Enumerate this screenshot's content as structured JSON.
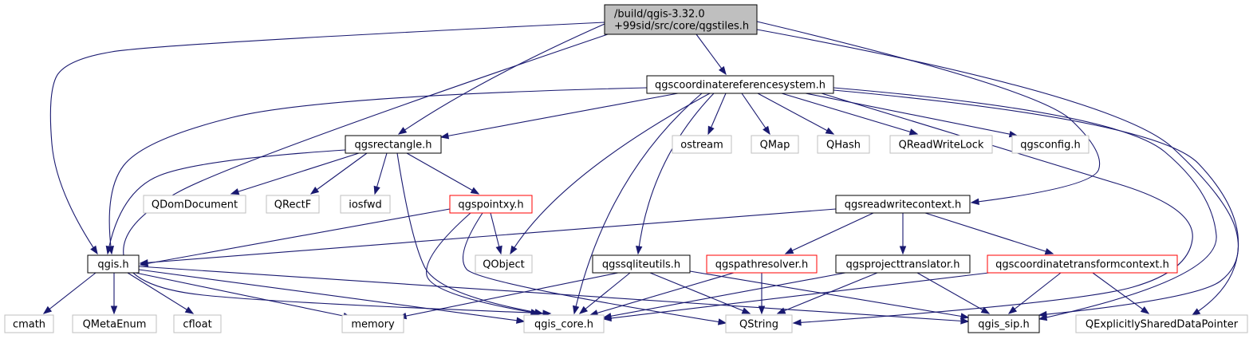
{
  "colors": {
    "edge": "#191970",
    "main_fill": "#bfbfbf",
    "normal_border": "#000000",
    "missing_border": "#ff0000",
    "external_border": "#bfbfbf"
  },
  "nodes": {
    "qgstiles": {
      "lines": [
        "/build/qgis-3.32.0",
        "+99sid/src/core/qgstiles.h"
      ],
      "kind": "main"
    },
    "qgscoordinatereferencesystem": {
      "lines": [
        "qgscoordinatereferencesystem.h"
      ],
      "kind": "normal"
    },
    "qgsrectangle": {
      "lines": [
        "qgsrectangle.h"
      ],
      "kind": "normal"
    },
    "ostream": {
      "lines": [
        "ostream"
      ],
      "kind": "external"
    },
    "qmap": {
      "lines": [
        "QMap"
      ],
      "kind": "external"
    },
    "qhash": {
      "lines": [
        "QHash"
      ],
      "kind": "external"
    },
    "qreadwritelock": {
      "lines": [
        "QReadWriteLock"
      ],
      "kind": "external"
    },
    "qgsconfig": {
      "lines": [
        "qgsconfig.h"
      ],
      "kind": "external"
    },
    "qdomdocument": {
      "lines": [
        "QDomDocument"
      ],
      "kind": "external"
    },
    "qrectf": {
      "lines": [
        "QRectF"
      ],
      "kind": "external"
    },
    "iosfwd": {
      "lines": [
        "iosfwd"
      ],
      "kind": "external"
    },
    "qgspointxy": {
      "lines": [
        "qgspointxy.h"
      ],
      "kind": "red"
    },
    "qgsreadwritecontext": {
      "lines": [
        "qgsreadwritecontext.h"
      ],
      "kind": "normal"
    },
    "qgis": {
      "lines": [
        "qgis.h"
      ],
      "kind": "normal"
    },
    "qobject": {
      "lines": [
        "QObject"
      ],
      "kind": "external"
    },
    "qgssqliteutils": {
      "lines": [
        "qgssqliteutils.h"
      ],
      "kind": "normal"
    },
    "qgspathresolver": {
      "lines": [
        "qgspathresolver.h"
      ],
      "kind": "red"
    },
    "qgsprojecttranslator": {
      "lines": [
        "qgsprojecttranslator.h"
      ],
      "kind": "normal"
    },
    "qgscoordinatetransformcontext": {
      "lines": [
        "qgscoordinatetransformcontext.h"
      ],
      "kind": "red"
    },
    "cmath": {
      "lines": [
        "cmath"
      ],
      "kind": "external"
    },
    "qmetaenum": {
      "lines": [
        "QMetaEnum"
      ],
      "kind": "external"
    },
    "cfloat": {
      "lines": [
        "cfloat"
      ],
      "kind": "external"
    },
    "memory": {
      "lines": [
        "memory"
      ],
      "kind": "external"
    },
    "qgis_core": {
      "lines": [
        "qgis_core.h"
      ],
      "kind": "external"
    },
    "qstring": {
      "lines": [
        "QString"
      ],
      "kind": "external"
    },
    "qgis_sip": {
      "lines": [
        "qgis_sip.h"
      ],
      "kind": "normal"
    },
    "qexplicitlyshareddatapointer": {
      "lines": [
        "QExplicitlySharedDataPointer"
      ],
      "kind": "external"
    }
  },
  "edges": [
    [
      "qgstiles",
      "qgscoordinatereferencesystem"
    ],
    [
      "qgstiles",
      "qgsrectangle"
    ],
    [
      "qgstiles",
      "qgis"
    ],
    [
      "qgstiles",
      "qgis_core"
    ],
    [
      "qgstiles",
      "qgsreadwritecontext"
    ],
    [
      "qgstiles",
      "qgis_sip"
    ],
    [
      "qgscoordinatereferencesystem",
      "qgsrectangle"
    ],
    [
      "qgscoordinatereferencesystem",
      "ostream"
    ],
    [
      "qgscoordinatereferencesystem",
      "qmap"
    ],
    [
      "qgscoordinatereferencesystem",
      "qhash"
    ],
    [
      "qgscoordinatereferencesystem",
      "qreadwritelock"
    ],
    [
      "qgscoordinatereferencesystem",
      "qgsconfig"
    ],
    [
      "qgscoordinatereferencesystem",
      "qgis"
    ],
    [
      "qgscoordinatereferencesystem",
      "qobject"
    ],
    [
      "qgscoordinatereferencesystem",
      "qgssqliteutils"
    ],
    [
      "qgscoordinatereferencesystem",
      "qgis_core"
    ],
    [
      "qgscoordinatereferencesystem",
      "qstring"
    ],
    [
      "qgscoordinatereferencesystem",
      "qgis_sip"
    ],
    [
      "qgscoordinatereferencesystem",
      "qexplicitlyshareddatapointer"
    ],
    [
      "qgsrectangle",
      "qdomdocument"
    ],
    [
      "qgsrectangle",
      "qrectf"
    ],
    [
      "qgsrectangle",
      "iosfwd"
    ],
    [
      "qgsrectangle",
      "qgspointxy"
    ],
    [
      "qgsrectangle",
      "qgis"
    ],
    [
      "qgsrectangle",
      "qgis_core"
    ],
    [
      "qgspointxy",
      "qgis"
    ],
    [
      "qgspointxy",
      "qobject"
    ],
    [
      "qgspointxy",
      "qgis_core"
    ],
    [
      "qgspointxy",
      "qstring"
    ],
    [
      "qgsreadwritecontext",
      "qgis"
    ],
    [
      "qgsreadwritecontext",
      "qgspathresolver"
    ],
    [
      "qgsreadwritecontext",
      "qgsprojecttranslator"
    ],
    [
      "qgsreadwritecontext",
      "qgscoordinatetransformcontext"
    ],
    [
      "qgis",
      "cmath"
    ],
    [
      "qgis",
      "qmetaenum"
    ],
    [
      "qgis",
      "cfloat"
    ],
    [
      "qgis",
      "memory"
    ],
    [
      "qgis",
      "qgis_core"
    ],
    [
      "qgis",
      "qgis_sip"
    ],
    [
      "qgssqliteutils",
      "memory"
    ],
    [
      "qgssqliteutils",
      "qgis_core"
    ],
    [
      "qgssqliteutils",
      "qstring"
    ],
    [
      "qgssqliteutils",
      "qgis_sip"
    ],
    [
      "qgspathresolver",
      "qgis_core"
    ],
    [
      "qgspathresolver",
      "qstring"
    ],
    [
      "qgsprojecttranslator",
      "qgis_core"
    ],
    [
      "qgsprojecttranslator",
      "qstring"
    ],
    [
      "qgsprojecttranslator",
      "qgis_sip"
    ],
    [
      "qgscoordinatetransformcontext",
      "qgis_core"
    ],
    [
      "qgscoordinatetransformcontext",
      "qgis_sip"
    ],
    [
      "qgscoordinatetransformcontext",
      "qexplicitlyshareddatapointer"
    ]
  ]
}
